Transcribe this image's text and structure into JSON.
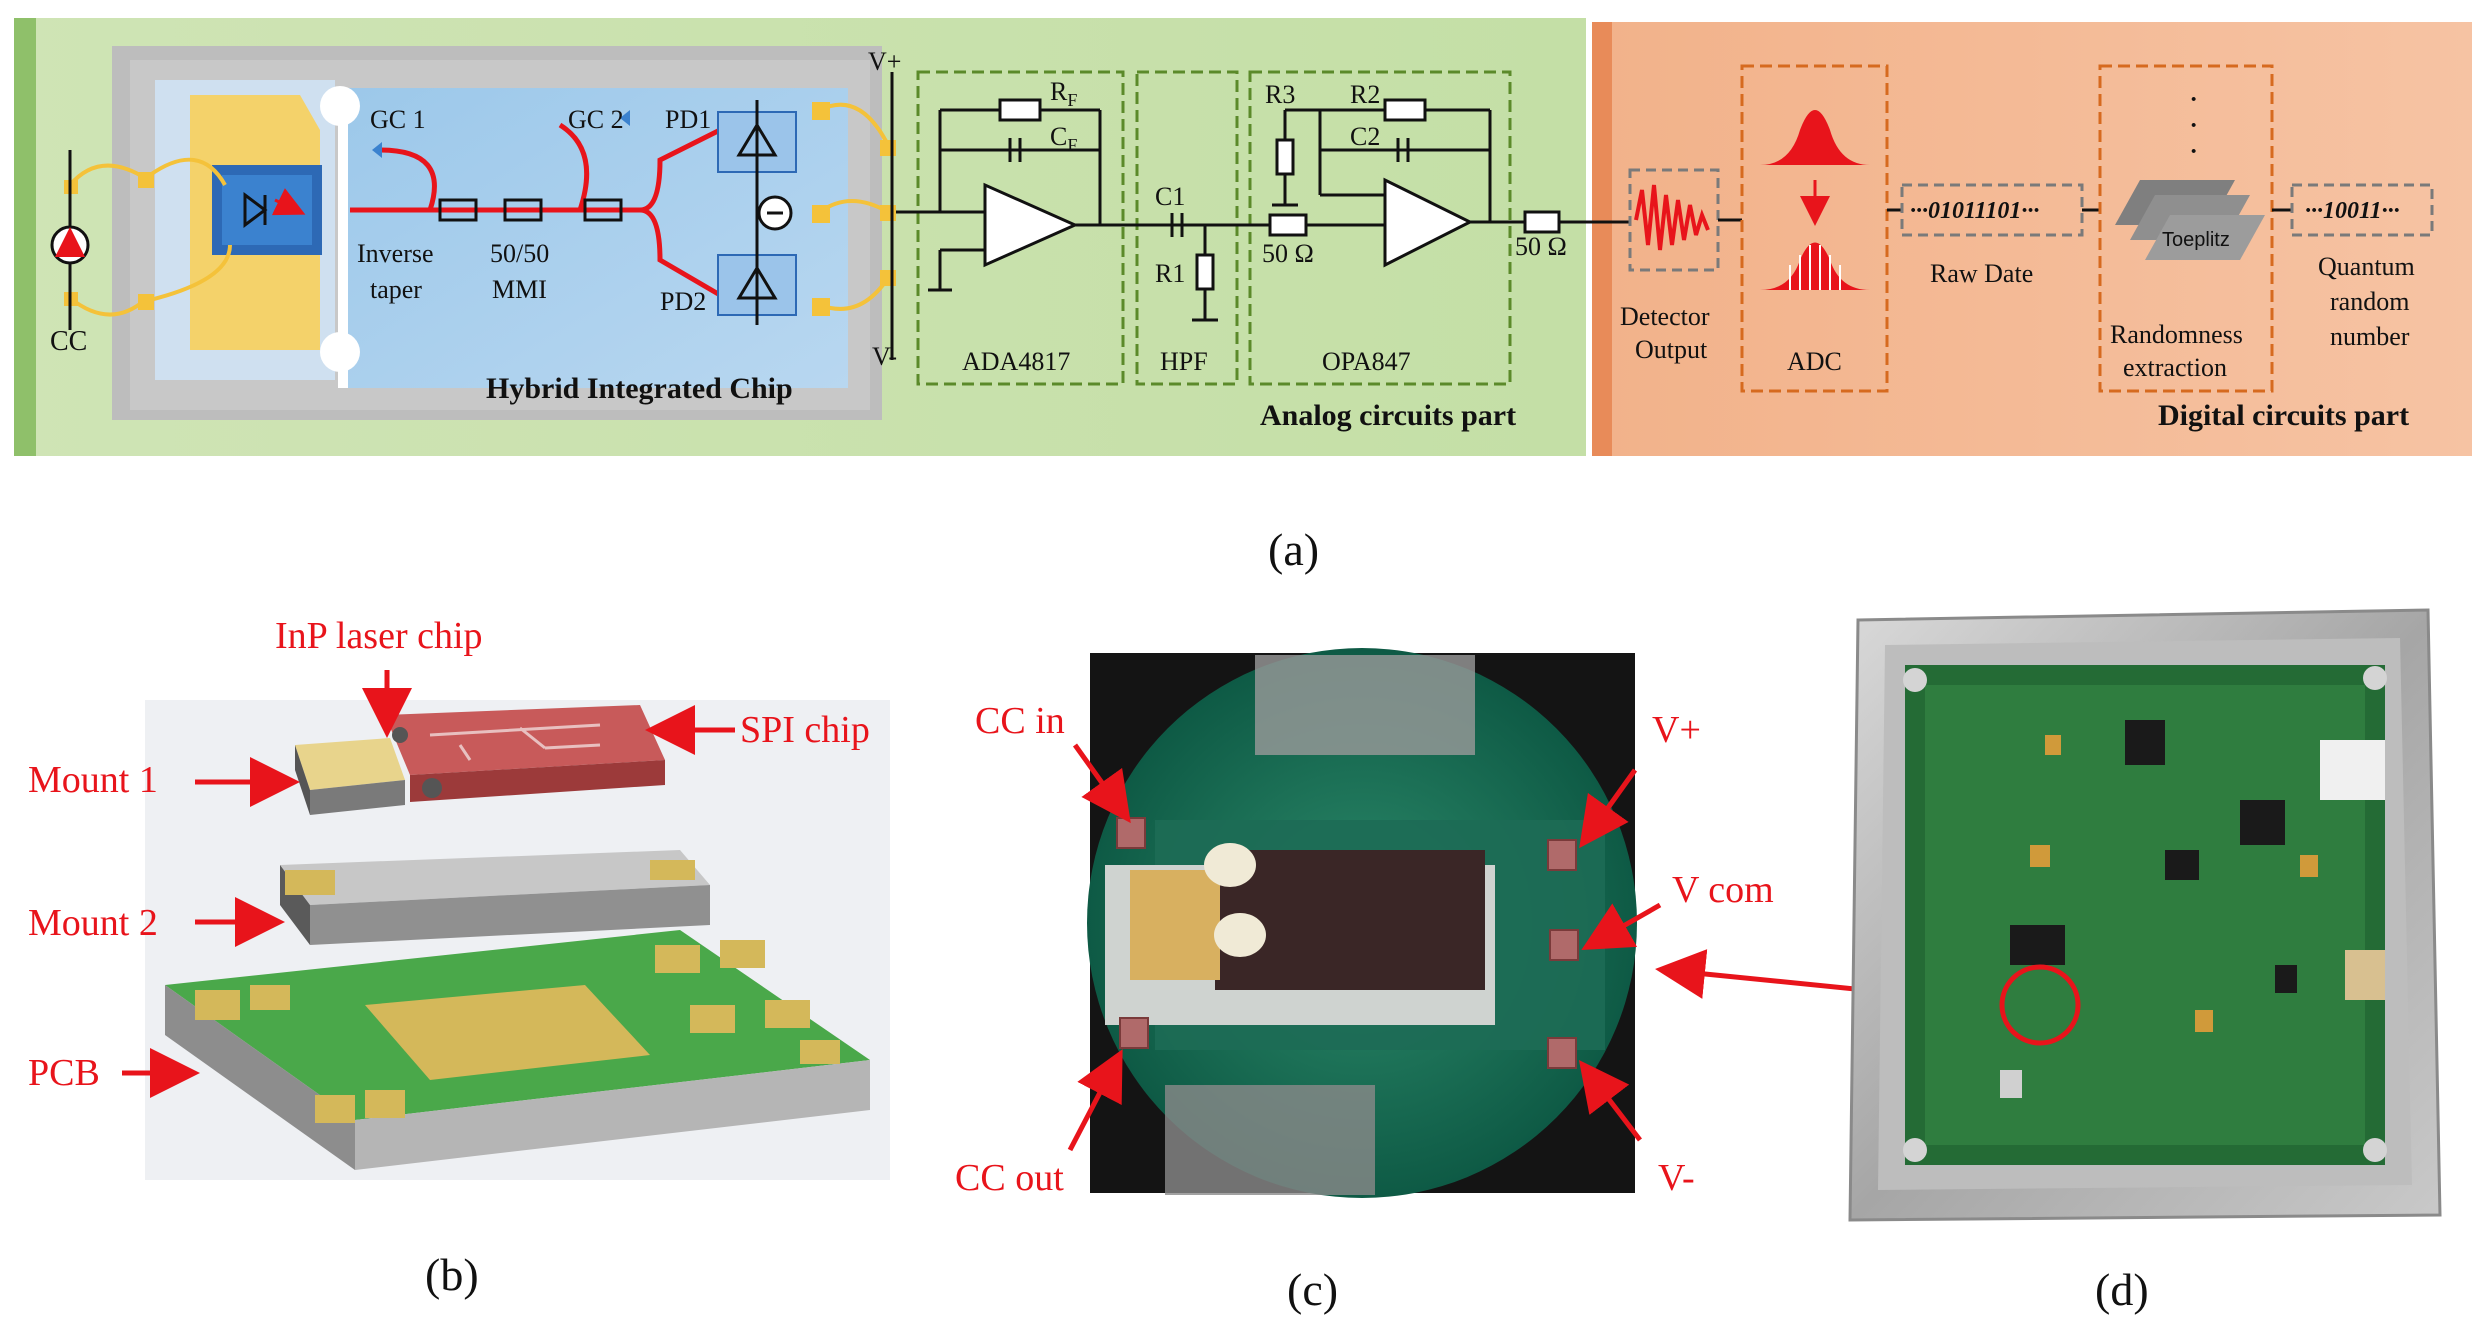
{
  "panel_a": {
    "caption": "(a)",
    "chip": {
      "title": "Hybrid Integrated Chip",
      "cc": "CC",
      "gc1": "GC 1",
      "gc2": "GC 2",
      "inverse": "Inverse",
      "taper": "taper",
      "mmi_top": "50/50",
      "mmi_bottom": "MMI",
      "pd1": "PD1",
      "pd2": "PD2"
    },
    "analog": {
      "title": "Analog circuits part",
      "vplus": "V+",
      "vminus": "V-",
      "rf": "R",
      "rf_sub": "F",
      "cf": "C",
      "cf_sub": "F",
      "ada": "ADA4817",
      "c1": "C1",
      "r1": "R1",
      "hpf": "HPF",
      "r3": "R3",
      "r2": "R2",
      "c2": "C2",
      "res50a": "50 Ω",
      "opa": "OPA847",
      "res50b": "50 Ω"
    },
    "digital": {
      "title": "Digital circuits part",
      "detector_1": "Detector",
      "detector_2": "Output",
      "adc": "ADC",
      "bits_raw": "···01011101···",
      "raw": "Raw Date",
      "dots": "·",
      "toeplitz": "Toeplitz",
      "rand_1": "Randomness",
      "rand_2": "extraction",
      "bits_q": "···10011···",
      "q_1": "Quantum",
      "q_2": "random",
      "q_3": "number"
    }
  },
  "panel_b": {
    "caption": "(b)",
    "inp": "InP laser chip",
    "spi": "SPI chip",
    "mount1": "Mount 1",
    "mount2": "Mount 2",
    "pcb": "PCB"
  },
  "panel_c": {
    "caption": "(c)",
    "cc_in": "CC in",
    "cc_out": "CC out",
    "vplus": "V+",
    "vcom": "V com",
    "vminus": "V-"
  },
  "panel_d": {
    "caption": "(d)"
  }
}
